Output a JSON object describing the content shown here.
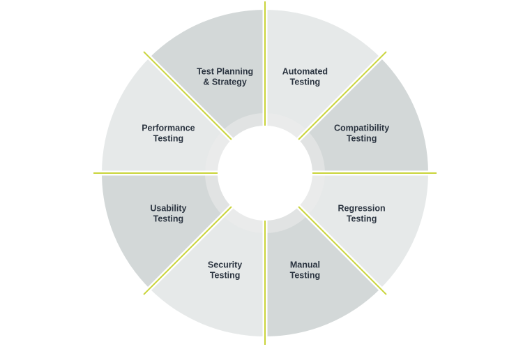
{
  "colors": {
    "segment_dark": "#d3d8d8",
    "segment_light": "#e6e9e9",
    "divider": "#c9d43a",
    "inner_ring": "#ececec",
    "hub": "#ffffff",
    "text": "#2b3440"
  },
  "segments": [
    {
      "lines": [
        "Automated",
        "Testing"
      ],
      "tone": "light"
    },
    {
      "lines": [
        "Compatibility",
        "Testing"
      ],
      "tone": "dark"
    },
    {
      "lines": [
        "Regression",
        "Testing"
      ],
      "tone": "light"
    },
    {
      "lines": [
        "Manual",
        "Testing"
      ],
      "tone": "dark"
    },
    {
      "lines": [
        "Security",
        "Testing"
      ],
      "tone": "light"
    },
    {
      "lines": [
        "Usability",
        "Testing"
      ],
      "tone": "dark"
    },
    {
      "lines": [
        "Performance",
        "Testing"
      ],
      "tone": "light"
    },
    {
      "lines": [
        "Test Planning",
        "& Strategy"
      ],
      "tone": "dark"
    }
  ]
}
